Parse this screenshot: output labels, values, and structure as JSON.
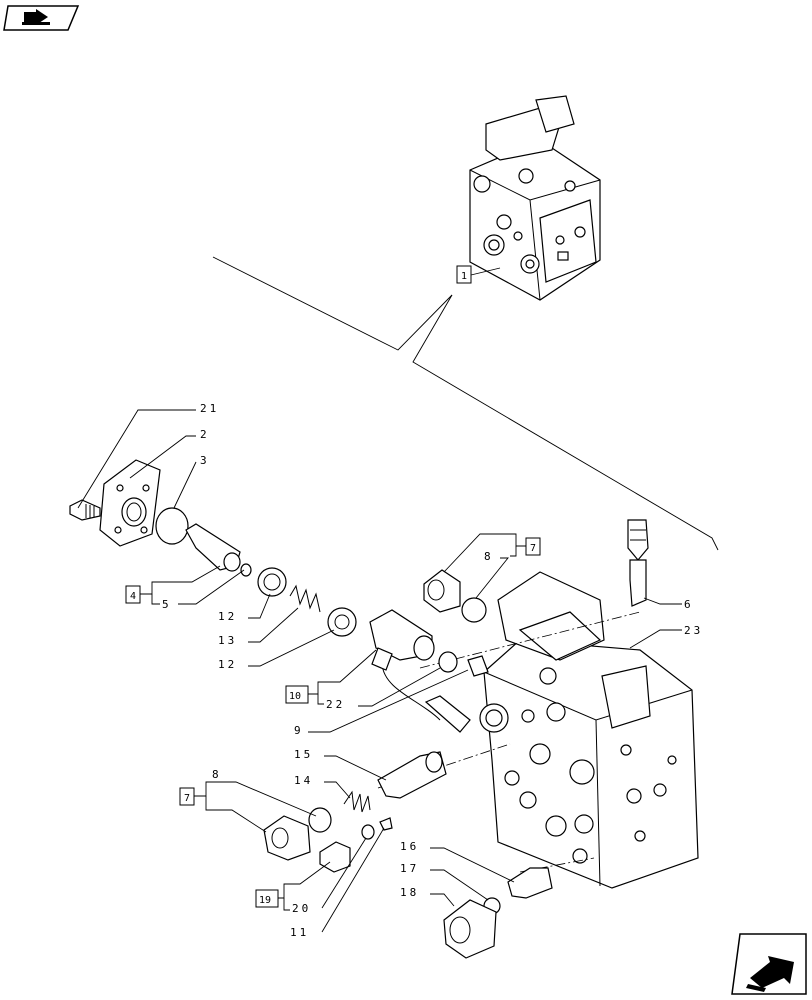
{
  "header": {
    "book_icon": "book-arrow-icon"
  },
  "footer": {
    "nav_icon": "next-page-arrow-icon"
  },
  "callouts": {
    "c1": "1",
    "c2": "2",
    "c3": "3",
    "c4": "4",
    "c5": "5",
    "c6": "6",
    "c7a": "7",
    "c7b": "7",
    "c8a": "8",
    "c8b": "8",
    "c9": "9",
    "c10": "10",
    "c11": "11",
    "c12a": "12",
    "c12b": "12",
    "c13": "13",
    "c14": "14",
    "c15": "15",
    "c16": "16",
    "c17": "17",
    "c18": "18",
    "c19": "19",
    "c20": "20",
    "c21": "21",
    "c22": "22",
    "c23": "23"
  }
}
